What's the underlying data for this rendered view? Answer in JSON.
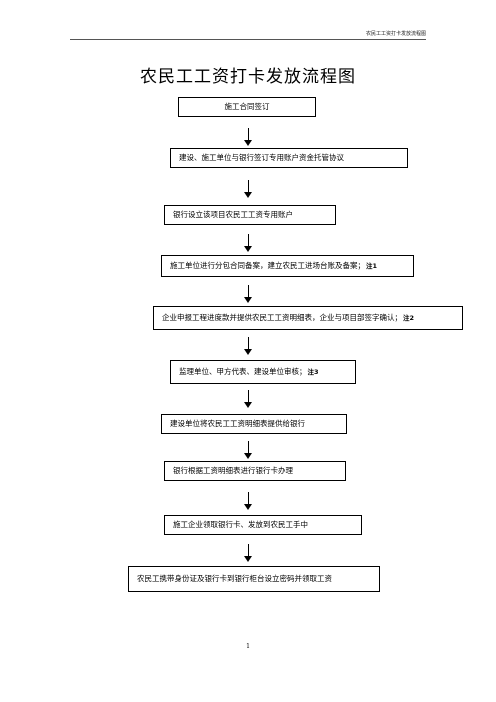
{
  "header": {
    "text": "农民工工资打卡发放流程图"
  },
  "title": "农民工工资打卡发放流程图",
  "steps": [
    {
      "text": "施工合同签订",
      "note": ""
    },
    {
      "text": "建设、施工单位与银行签订专用账户资金托管协议",
      "note": ""
    },
    {
      "text": "银行设立该项目农民工工资专用账户",
      "note": ""
    },
    {
      "text": "施工单位进行分包合同备案，建立农民工进场台账及备案；",
      "note": "注1"
    },
    {
      "text": "企业申报工程进度款并提供农民工工资明细表，企业与项目部签字确认；",
      "note": "注2"
    },
    {
      "text": "监理单位、甲方代表、建设单位审核；",
      "note": "注3"
    },
    {
      "text": "建设单位将农民工工资明细表提供给银行",
      "note": ""
    },
    {
      "text": "银行根据工资明细表进行银行卡办理",
      "note": ""
    },
    {
      "text": "施工企业领取银行卡、发放到农民工手中",
      "note": ""
    },
    {
      "text": "农民工携带身份证及银行卡到银行柜台设立密码并领取工资",
      "note": ""
    }
  ],
  "page_number": "1"
}
